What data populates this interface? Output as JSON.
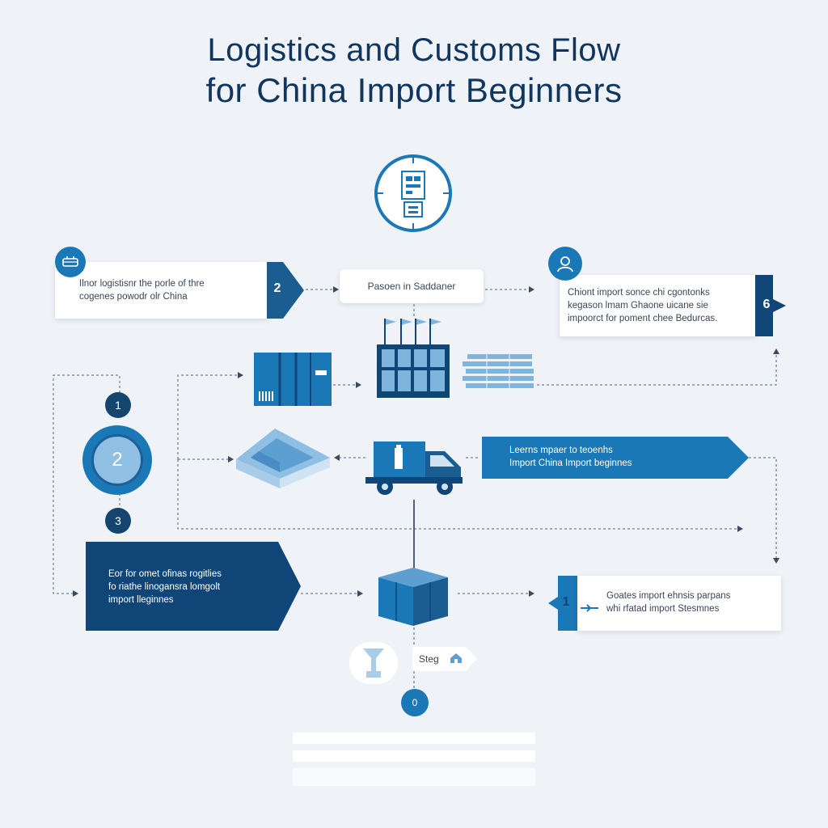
{
  "title": {
    "line1": "Logistics and Customs Flow",
    "line2": "for China Import Beginners"
  },
  "steps": {
    "left_card": {
      "text_1": "Ilnor logistisnr the porle of thre",
      "text_2": "cogenes powodr olr China",
      "tag": "2"
    },
    "center_label": "Pasoen in Saddaner",
    "right_card": {
      "text_1": "Chiont import sonce chi cgontonks",
      "text_2": "kegason lmam Ghaone uicane sie",
      "text_3": "impoorct for poment chee Bedurcas.",
      "tag": "6"
    },
    "banner": {
      "text_1": "Leerns mpaer to teoenhs",
      "text_2": "Import China Import beginnes"
    },
    "side_circles": {
      "top": "1",
      "middle": "2",
      "bottom": "3"
    },
    "dark_card": {
      "text_1": "Eor for omet ofinas rogitlies",
      "text_2": "fo riathe linogansra lomgolt",
      "text_3": "import lleginnes"
    },
    "lower_right_card": {
      "tag": "1",
      "text_1": "Goates import ehnsis parpans",
      "text_2": "whi rfatad import Stesmnes"
    },
    "step_label": "Steg",
    "bottom_circle": "0"
  },
  "colors": {
    "navy": "#10355f",
    "dark_blue": "#0f4677",
    "mid_blue": "#1a78b7",
    "light_blue": "#7fb5dc",
    "background": "#eff2f6"
  }
}
